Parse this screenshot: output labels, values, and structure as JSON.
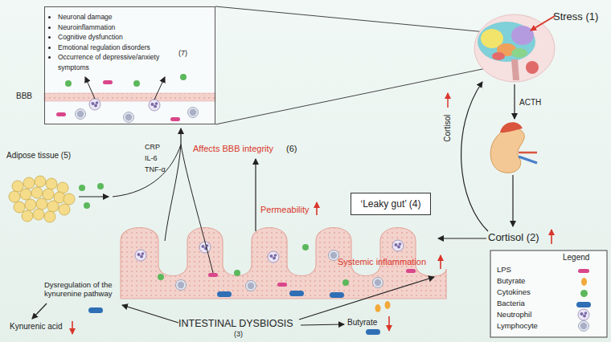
{
  "diagram": {
    "nodes": [
      {
        "text": [
          "Neuronal damage",
          "Neuroinflammation",
          "Cognitive dysfunction",
          "Emotional regulation disorders",
          "Occurrence of depressive/anxiety symptoms",
          "(7)"
        ]
      },
      {
        "text": [
          "‘Leaky gut’ (4)"
        ]
      }
    ],
    "labels": [
      "BBB",
      "Stress (1)",
      "ACTH",
      "Cortisol",
      "Cortisol (2)",
      "Adipose tissue (5)",
      "CRP",
      "IL-6",
      "TNF-α",
      "Affects BBB integrity",
      "(6)",
      "Permeability",
      "Systemic inflammation",
      "Dysregulation of the kynurenine pathway",
      "Kynurenic acid",
      "INTESTINAL DYSBIOSIS",
      "(3)",
      "Butyrate",
      "Legend"
    ],
    "legend": [
      {
        "text": "LPS",
        "color": "#d9478a"
      },
      {
        "text": "Butyrate",
        "color": "#f2a93b"
      },
      {
        "text": "Cytokines",
        "color": "#5cb85c"
      },
      {
        "text": "Bacteria",
        "color": "#2f6fb5"
      },
      {
        "text": "Neutrophil"
      },
      {
        "text": "Lymphocyte"
      }
    ]
  }
}
